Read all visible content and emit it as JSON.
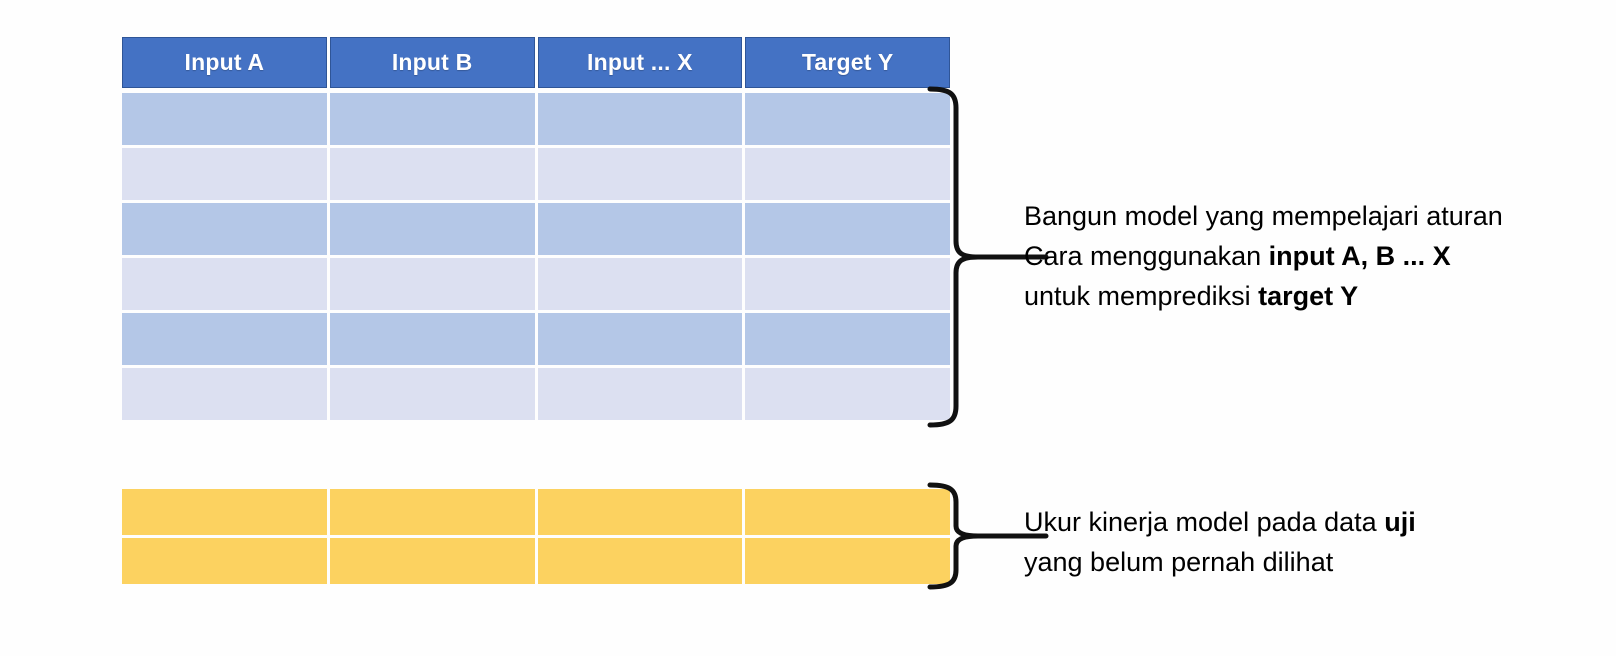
{
  "slide": {
    "background_color": "#fefefe",
    "title": ""
  },
  "train_table": {
    "name": "training-data-table",
    "header_color": "#4472c4",
    "header_border_color": "#2f5597",
    "header_text_color": "#ffffff",
    "row_color_dark": "#b4c7e7",
    "row_color_light": "#dce0f1",
    "columns": [
      "Input A",
      "Input B",
      "Input ... X",
      "Target Y"
    ],
    "body_rows": [
      {
        "shade": "dark",
        "cells": [
          "",
          "",
          "",
          ""
        ]
      },
      {
        "shade": "light",
        "cells": [
          "",
          "",
          "",
          ""
        ]
      },
      {
        "shade": "dark",
        "cells": [
          "",
          "",
          "",
          ""
        ]
      },
      {
        "shade": "light",
        "cells": [
          "",
          "",
          "",
          ""
        ]
      },
      {
        "shade": "dark",
        "cells": [
          "",
          "",
          "",
          ""
        ]
      },
      {
        "shade": "light",
        "cells": [
          "",
          "",
          "",
          ""
        ]
      }
    ]
  },
  "test_table": {
    "name": "test-data-table",
    "row_color": "#fcd260",
    "column_count": 4,
    "rows": [
      {
        "cells": [
          "",
          "",
          "",
          ""
        ]
      },
      {
        "cells": [
          "",
          "",
          "",
          ""
        ]
      }
    ]
  },
  "annotations": {
    "train": {
      "brace_name": "train-brace",
      "lines": [
        {
          "parts": [
            {
              "text": "Bangun model yang mempelajari aturan",
              "bold": false
            }
          ]
        },
        {
          "parts": [
            {
              "text": "Cara menggunakan ",
              "bold": false
            },
            {
              "text": "input A, B ... X",
              "bold": true
            }
          ]
        },
        {
          "parts": [
            {
              "text": "untuk memprediksi ",
              "bold": false
            },
            {
              "text": "target Y",
              "bold": true
            }
          ]
        }
      ],
      "line1_plain": "Bangun model yang mempelajari aturan",
      "line2_plain": "Cara menggunakan ",
      "line2_bold": "input A, B ... X",
      "line3_plain": "untuk memprediksi ",
      "line3_bold": "target Y"
    },
    "test": {
      "brace_name": "test-brace",
      "lines": [
        {
          "parts": [
            {
              "text": "Ukur kinerja model pada data ",
              "bold": false
            },
            {
              "text": "uji",
              "bold": true
            }
          ]
        },
        {
          "parts": [
            {
              "text": "yang belum pernah dilihat",
              "bold": false
            }
          ]
        }
      ],
      "line1_plain": "Ukur kinerja model pada data ",
      "line1_bold": "uji",
      "line2_plain": "yang belum pernah dilihat"
    }
  }
}
